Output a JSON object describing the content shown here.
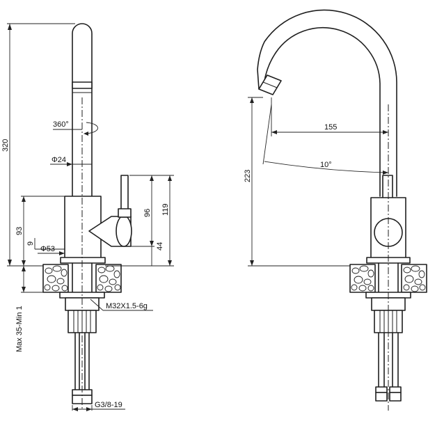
{
  "dimensions": {
    "total_height": "320",
    "rotation": "360°",
    "spout_diameter": "Φ24",
    "body_diameter": "Φ53",
    "handle_offset": "9",
    "body_height": "93",
    "handle_height": "96",
    "lever_height": "119",
    "lever_base": "44",
    "deck_thickness": "Max 35-Min 1",
    "thread": "M32X1.5-6g",
    "hose_fitting": "G3/8-19",
    "spout_reach": "155",
    "spout_angle": "10°",
    "spout_height": "223"
  },
  "views": [
    "front-view",
    "side-view"
  ]
}
